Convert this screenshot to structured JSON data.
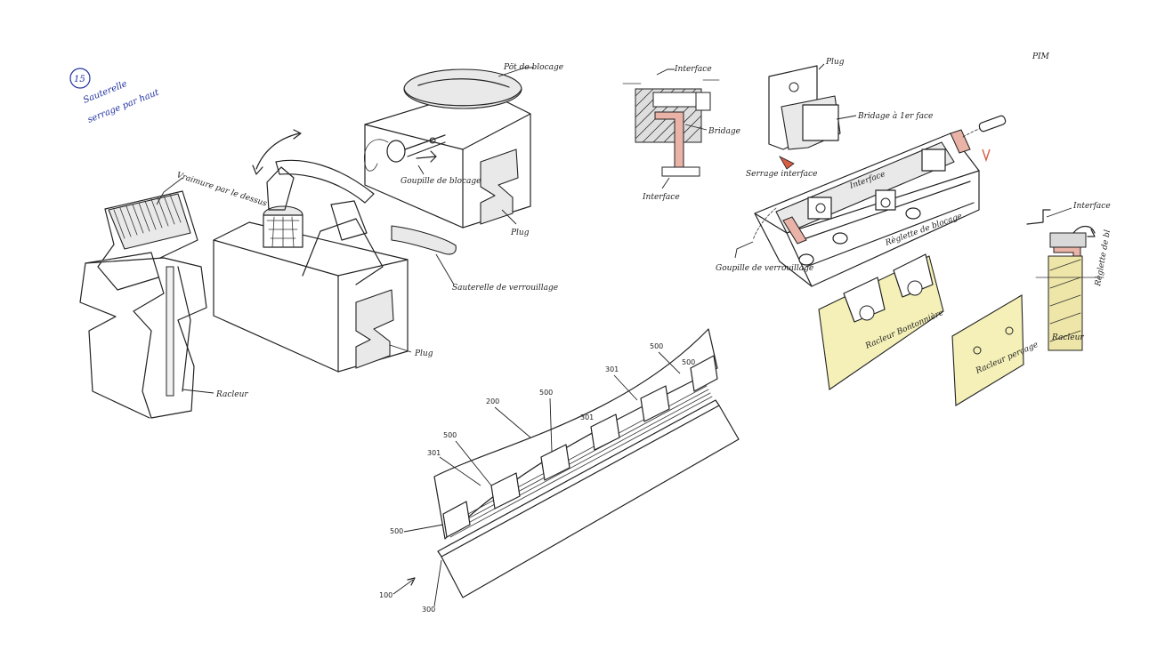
{
  "note": {
    "number": "15",
    "line1": "Sauterelle",
    "line2": "serrage par haut"
  },
  "corner_mark": "PIM",
  "left_block": {
    "label_top": "Vraimure par le dessus",
    "label_bottom": "Racleur"
  },
  "clamp_assembly": {
    "label_handle": "Sauterelle de verrouillage",
    "label_plug": "Plug"
  },
  "lock_box": {
    "label_top": "Pöt de blocage",
    "label_pin": "Goupille de blocage",
    "label_plug": "Plug"
  },
  "section_detail": {
    "label_interface": "Interface",
    "label_bridage": "Bridage",
    "label_interface_bottom": "Interface"
  },
  "right_assembly": {
    "label_plug": "Plug",
    "label_bridage": "Bridage à 1er face",
    "label_serrage": "Serrage interface",
    "label_interface": "Interface",
    "label_rail": "Règlette de blocage",
    "label_pin": "Goupille de verrouillage"
  },
  "scrapers": {
    "label_a": "Racleur Bontonnière",
    "label_b": "Racleur perçage"
  },
  "far_right": {
    "label_interface": "Interface",
    "label_rail": "Règlette de bl",
    "label_scraper": "Racleur"
  },
  "patent_figure": {
    "refs": [
      "500",
      "301",
      "200",
      "500",
      "301",
      "500",
      "500",
      "500",
      "301",
      "300",
      "100"
    ]
  },
  "colors": {
    "ink": "#222222",
    "highlight_red": "#e9b3a7",
    "highlight_yellow": "#f4f0b8",
    "note_blue": "#2233a0"
  }
}
